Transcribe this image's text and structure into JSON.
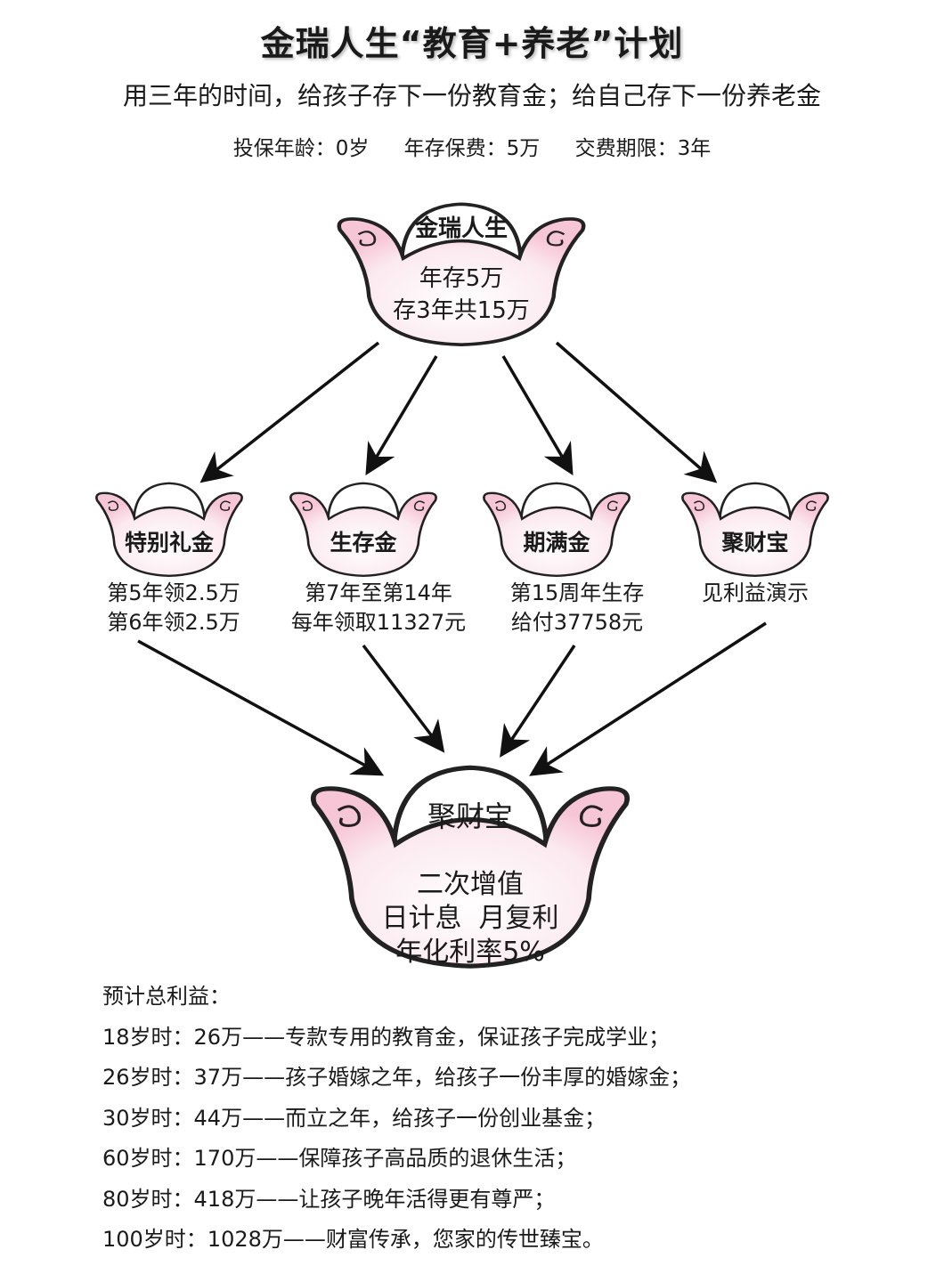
{
  "title": "金瑞人生“教育+养老”计划",
  "subtitle": "用三年的时间，给孩子存下一份教育金；给自己存下一份养老金",
  "params": [
    "投保年龄：0岁",
    "年存保费：5万",
    "交费期限：3年"
  ],
  "top_ingot": {
    "name": "金瑞人生",
    "lines": [
      "年存5万",
      "存3年共15万"
    ]
  },
  "branches": [
    {
      "name": "特别礼金",
      "lines": [
        "第5年领2.5万",
        "第6年领2.5万"
      ]
    },
    {
      "name": "生存金",
      "lines": [
        "第7年至第14年",
        "每年领取11327元"
      ]
    },
    {
      "name": "期满金",
      "lines": [
        "第15周年生存",
        "给付37758元"
      ]
    },
    {
      "name": "聚财宝",
      "lines": [
        "见利益演示"
      ]
    }
  ],
  "bottom_ingot": {
    "name": "聚财宝",
    "lines": [
      "二次增值",
      "日计息  月复利",
      "年化利率5%"
    ]
  },
  "summary": {
    "label": "预计总利益：",
    "rows": [
      "18岁时：26万——专款专用的教育金，保证孩子完成学业；",
      "26岁时：37万——孩子婚嫁之年，给孩子一份丰厚的婚嫁金；",
      "30岁时：44万——而立之年，给孩子一份创业基金；",
      "60岁时：170万——保障孩子高品质的退休生活；",
      "80岁时：418万——让孩子晚年活得更有尊严；",
      "100岁时：1028万——财富传承，您家的传世臻宝。"
    ]
  },
  "colors": {
    "ingot_fill": "#fbe9ef",
    "ingot_glow": "#f7c6d6",
    "stroke": "#222222"
  }
}
